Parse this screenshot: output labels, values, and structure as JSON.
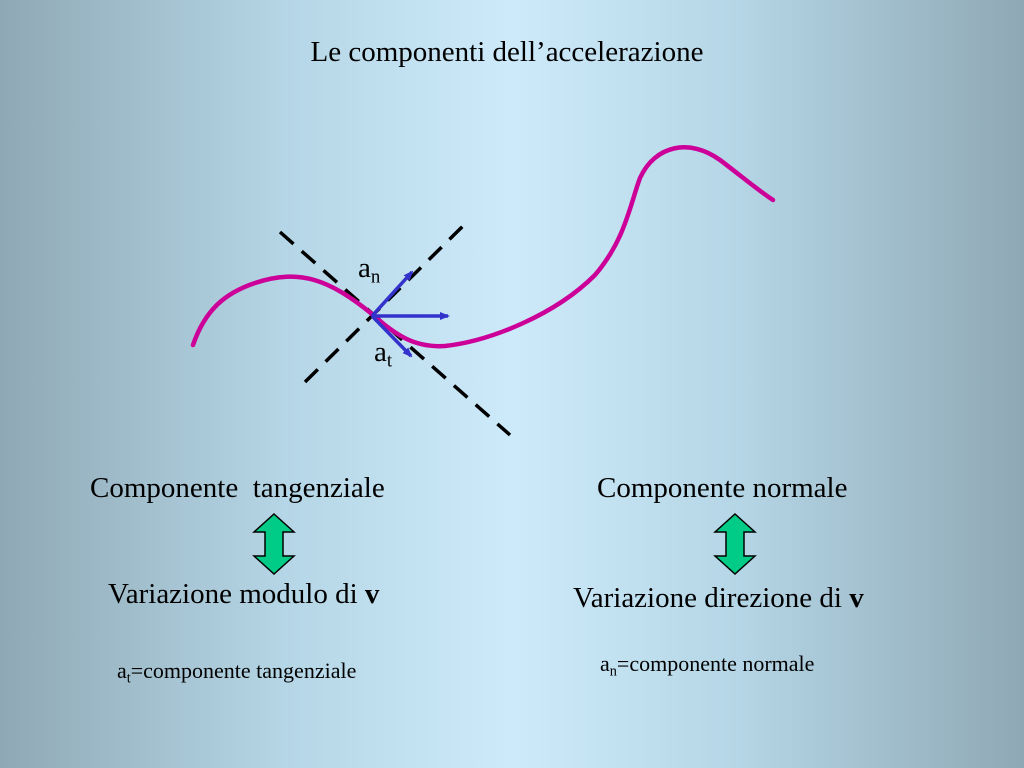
{
  "title": "Le componenti dell’accelerazione",
  "labels": {
    "an_base": "a",
    "an_sub": "n",
    "at_base": "a",
    "at_sub": "t"
  },
  "left": {
    "heading": "Componente  tangenziale",
    "variation_text": "Variazione modulo di ",
    "variation_bold": "v",
    "def_base": "a",
    "def_sub": "t",
    "def_text": "=componente tangenziale"
  },
  "right": {
    "heading": "Componente normale",
    "variation_text": "Variazione direzione di ",
    "variation_bold": "v",
    "def_base": "a",
    "def_sub": "n",
    "def_text": "=componente normale"
  },
  "colors": {
    "trajectory": "#cc0099",
    "vectors": "#3333cc",
    "double_arrow_fill": "#00cc88",
    "dashed_lines": "#000000"
  }
}
